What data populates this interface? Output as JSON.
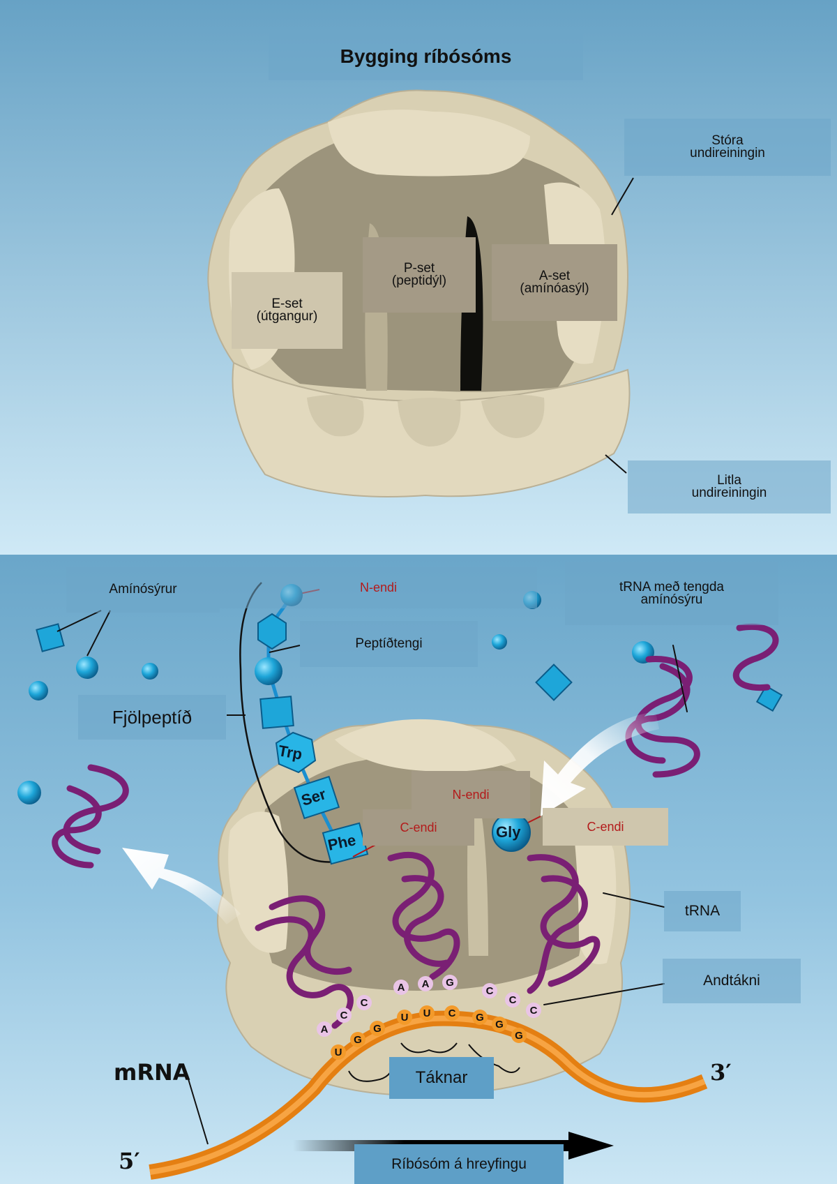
{
  "title": "Bygging ríbósóms",
  "top": {
    "large_subunit": "Stóra\nundireiningin",
    "small_subunit": "Litla\nundireiningin",
    "e_site": "E-set\n(útgangur)",
    "p_site": "P-set\n(peptidýl)",
    "a_site": "A-set\n(amínóasýl)"
  },
  "bottom": {
    "amino_acids": "Amínósýrur",
    "n_end_top": "N-endi",
    "trna_with_aa": "tRNA með tengda\namínósýru",
    "peptide_bond": "Peptíðtengi",
    "polypeptide": "Fjölpeptíð",
    "n_end_inner": "N-endi",
    "c_end_left": "C-endi",
    "c_end_right": "C-endi",
    "trna": "tRNA",
    "anticodon": "Andtákni",
    "codons": "Táknar",
    "mrna": "mRNA",
    "five_prime": "5′",
    "three_prime": "3′",
    "moving": "Ríbósóm á hreyfingu",
    "residues": [
      "Trp",
      "Ser",
      "Phe",
      "Gly"
    ],
    "anticodon_left": [
      "A",
      "C",
      "C"
    ],
    "anticodon_mid": [
      "A",
      "A",
      "G"
    ],
    "anticodon_right": [
      "C",
      "C",
      "C"
    ],
    "codon_seq": [
      "U",
      "G",
      "G",
      "U",
      "U",
      "C",
      "G",
      "G",
      "G"
    ]
  },
  "colors": {
    "bg_top": "#6aa4c6",
    "bg_light": "#cce7f5",
    "ribosome": "#ddd4b8",
    "ribosome_shadow": "#8f8770",
    "trna": "#7a1f74",
    "mrna": "#f0901e",
    "amino": "#1ea6d9",
    "red_label": "#b31b1b"
  }
}
